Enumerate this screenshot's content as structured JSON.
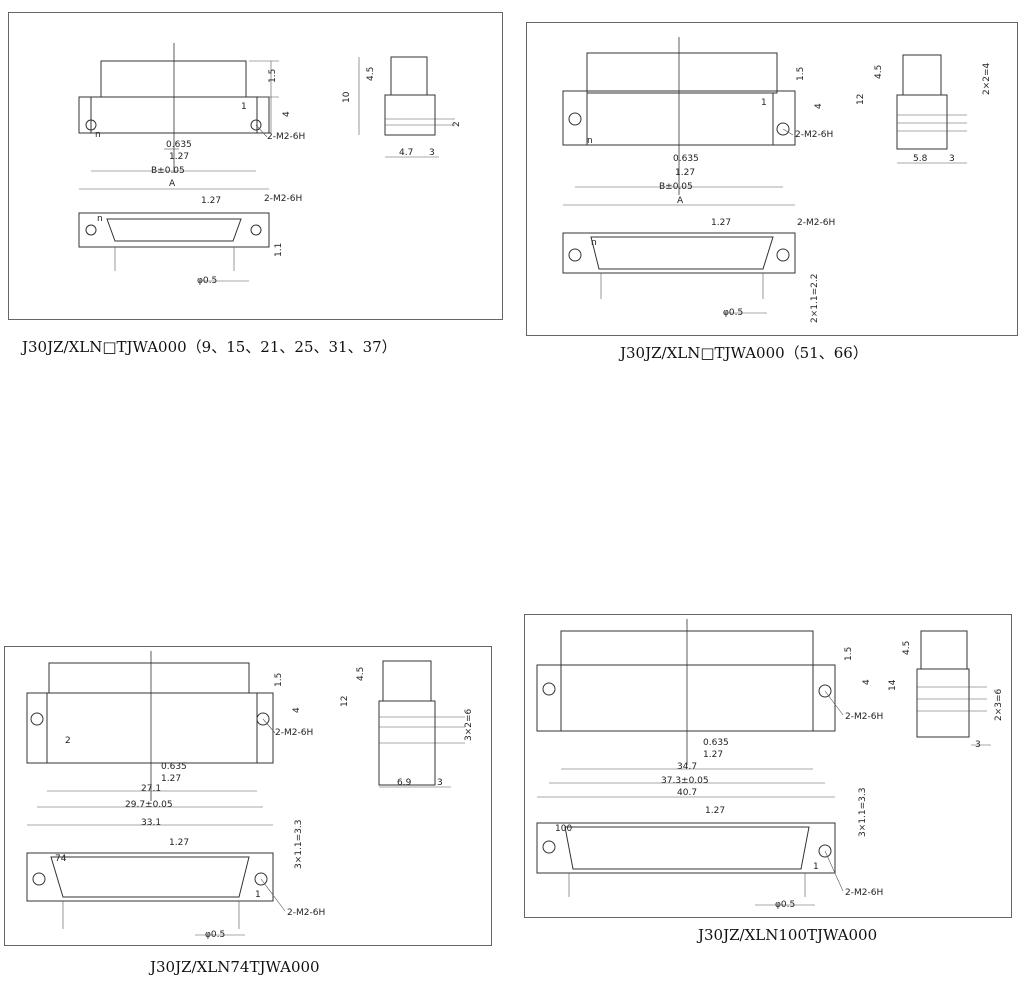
{
  "drawings": [
    {
      "caption": "J30JZ/XLN□TJWA000（9、15、21、25、31、37）",
      "dims": {
        "d1": "1.5",
        "d2": "4",
        "d3": "0.635",
        "d4": "1.27",
        "d5": "B±0.05",
        "d6": "A",
        "d7": "1.27",
        "d8": "1.1",
        "d9": "φ0.5",
        "thread": "2-M2-6H",
        "s1": "4.5",
        "s2": "10",
        "s3": "2",
        "s4": "4.7",
        "s5": "3",
        "pin1": "1",
        "pinn": "n"
      }
    },
    {
      "caption": "J30JZ/XLN□TJWA000（51、66）",
      "dims": {
        "d1": "1.5",
        "d2": "4",
        "d3": "0.635",
        "d4": "1.27",
        "d5": "B±0.05",
        "d6": "A",
        "d7": "1.27",
        "d8": "2×1.1=2.2",
        "d9": "φ0.5",
        "thread": "2-M2-6H",
        "s1": "4.5",
        "s2": "12",
        "s3": "2×2=4",
        "s4": "5.8",
        "s5": "3",
        "pin1": "1",
        "pinn": "n"
      }
    },
    {
      "caption": "J30JZ/XLN74TJWA000",
      "dims": {
        "d1": "1.5",
        "d2": "4",
        "d3": "0.635",
        "d4": "1.27",
        "d5": "27.1",
        "d6": "29.7±0.05",
        "d7": "33.1",
        "d8": "1.27",
        "d9": "3×1.1=3.3",
        "d10": "φ0.5",
        "thread": "2-M2-6H",
        "s1": "4.5",
        "s2": "12",
        "s3": "3×2=6",
        "s4": "6.9",
        "s5": "3",
        "pin1": "1",
        "pinn": "74",
        "pin2": "2"
      }
    },
    {
      "caption": "J30JZ/XLN100TJWA000",
      "dims": {
        "d1": "1.5",
        "d2": "4",
        "d3": "0.635",
        "d4": "1.27",
        "d5": "34.7",
        "d6": "37.3±0.05",
        "d7": "40.7",
        "d8": "1.27",
        "d9": "3×1.1=3.3",
        "d10": "φ0.5",
        "thread": "2-M2-6H",
        "s1": "4.5",
        "s2": "14",
        "s3": "2×3=6",
        "s4": "3",
        "pinn": "100",
        "pin1": "1"
      }
    }
  ]
}
